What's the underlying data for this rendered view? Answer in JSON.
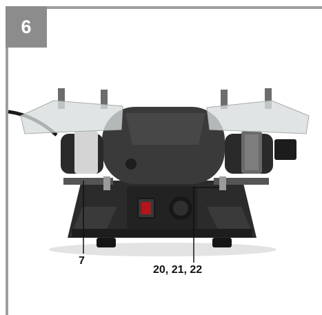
{
  "figure": {
    "number": "6",
    "callouts": {
      "guard": "7",
      "rest": "20, 21, 22"
    }
  },
  "colors": {
    "frame": "#9e9e9e",
    "badge": "#8c8c8c",
    "body_dark": "#2e2e2e",
    "shield": "#d9dcdc"
  }
}
